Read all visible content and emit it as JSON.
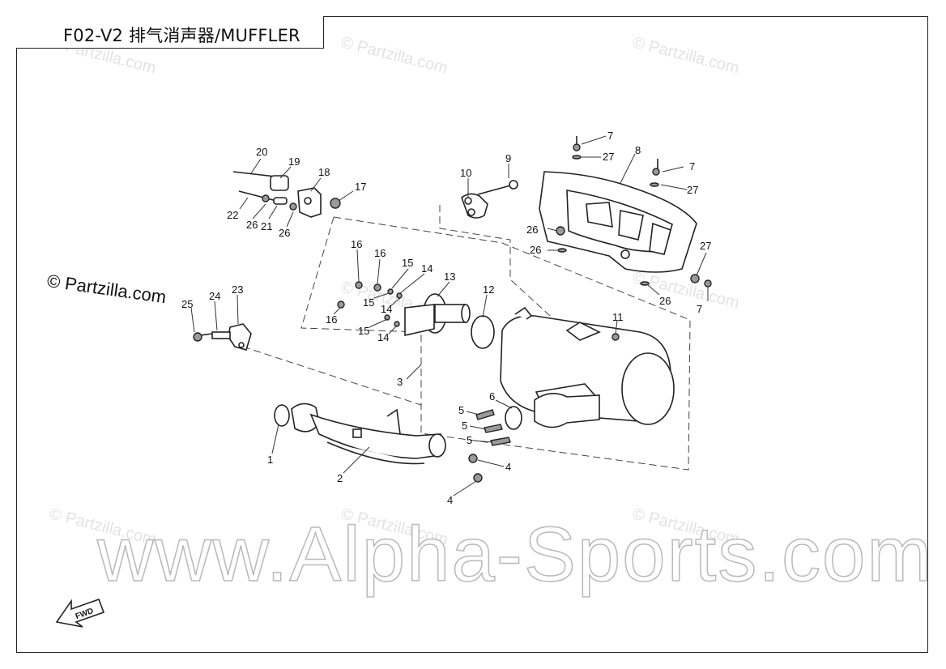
{
  "header": {
    "title": "F02-V2 排气消声器/MUFFLER"
  },
  "credit": {
    "text": "© Partzilla.com"
  },
  "watermarks": {
    "small": "© Partzilla.com",
    "big": "www.Alpha-Sports.com"
  },
  "fwd_label": "FWD",
  "callouts": [
    {
      "id": "c20",
      "label": "20"
    },
    {
      "id": "c19",
      "label": "19"
    },
    {
      "id": "c18",
      "label": "18"
    },
    {
      "id": "c17",
      "label": "17"
    },
    {
      "id": "c22",
      "label": "22"
    },
    {
      "id": "c26a",
      "label": "26"
    },
    {
      "id": "c21",
      "label": "21"
    },
    {
      "id": "c26b",
      "label": "26"
    },
    {
      "id": "c10",
      "label": "10"
    },
    {
      "id": "c9",
      "label": "9"
    },
    {
      "id": "c7a",
      "label": "7"
    },
    {
      "id": "c27a",
      "label": "27"
    },
    {
      "id": "c8",
      "label": "8"
    },
    {
      "id": "c7b",
      "label": "7"
    },
    {
      "id": "c27b",
      "label": "27"
    },
    {
      "id": "c26c",
      "label": "26"
    },
    {
      "id": "c26d",
      "label": "26"
    },
    {
      "id": "c27c",
      "label": "27"
    },
    {
      "id": "c26e",
      "label": "26"
    },
    {
      "id": "c7c",
      "label": "7"
    },
    {
      "id": "c16a",
      "label": "16"
    },
    {
      "id": "c16b",
      "label": "16"
    },
    {
      "id": "c15a",
      "label": "15"
    },
    {
      "id": "c14a",
      "label": "14"
    },
    {
      "id": "c13",
      "label": "13"
    },
    {
      "id": "c12",
      "label": "12"
    },
    {
      "id": "c15b",
      "label": "15"
    },
    {
      "id": "c14b",
      "label": "14"
    },
    {
      "id": "c16c",
      "label": "16"
    },
    {
      "id": "c15c",
      "label": "15"
    },
    {
      "id": "c14c",
      "label": "14"
    },
    {
      "id": "c11",
      "label": "11"
    },
    {
      "id": "c25",
      "label": "25"
    },
    {
      "id": "c24",
      "label": "24"
    },
    {
      "id": "c23",
      "label": "23"
    },
    {
      "id": "c3",
      "label": "3"
    },
    {
      "id": "c6",
      "label": "6"
    },
    {
      "id": "c5a",
      "label": "5"
    },
    {
      "id": "c5b",
      "label": "5"
    },
    {
      "id": "c5c",
      "label": "5"
    },
    {
      "id": "c1",
      "label": "1"
    },
    {
      "id": "c2",
      "label": "2"
    },
    {
      "id": "c4a",
      "label": "4"
    },
    {
      "id": "c4b",
      "label": "4"
    }
  ]
}
